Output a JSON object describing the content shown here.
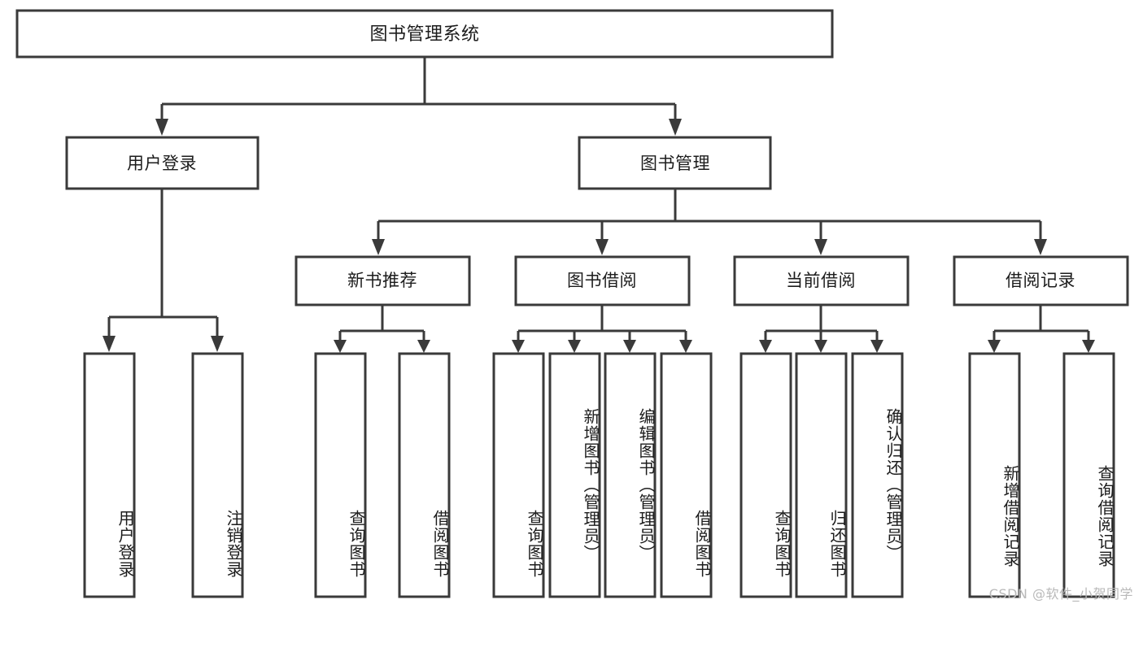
{
  "diagram": {
    "type": "tree-hierarchy",
    "title": "图书管理系统",
    "orientation": "top-down",
    "colors": {
      "stroke": "#3a3a3a",
      "box_fill": "#ffffff",
      "text": "#1c1c1c",
      "background": "#ffffff",
      "watermark": "#b9b9b9"
    },
    "levels": {
      "root": {
        "label": "图书管理系统"
      },
      "level2": [
        {
          "label": "用户登录"
        },
        {
          "label": "图书管理"
        }
      ],
      "level3": [
        {
          "label": "新书推荐"
        },
        {
          "label": "图书借阅"
        },
        {
          "label": "当前借阅"
        },
        {
          "label": "借阅记录"
        }
      ],
      "leaves": {
        "user_login": [
          {
            "label": "用户登录"
          },
          {
            "label": "注销登录"
          }
        ],
        "new_book_recommend": [
          {
            "label": "查询图书"
          },
          {
            "label": "借阅图书"
          }
        ],
        "book_borrow": [
          {
            "label": "查询图书"
          },
          {
            "label": "新增图书（管理员）"
          },
          {
            "label": "编辑图书（管理员）"
          },
          {
            "label": "借阅图书"
          }
        ],
        "current_borrow": [
          {
            "label": "查询图书"
          },
          {
            "label": "归还图书"
          },
          {
            "label": "确认归还（管理员）"
          }
        ],
        "borrow_records": [
          {
            "label": "新增借阅记录"
          },
          {
            "label": "查询借阅记录"
          }
        ]
      }
    },
    "watermark": "CSDN @软件_小贺同学"
  }
}
